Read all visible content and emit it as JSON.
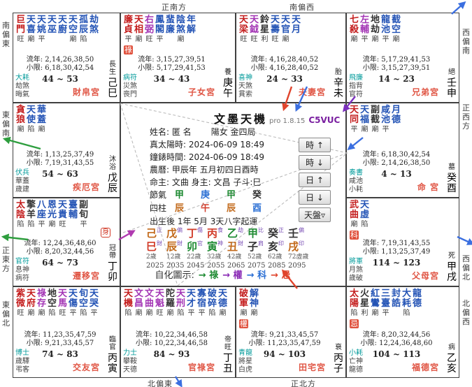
{
  "app": {
    "title": "文墨天機",
    "version": "pro 1.8.15",
    "license": "C5VUC"
  },
  "profile": {
    "name": "姓名: 匿 名",
    "gender_bureau": "陽女 金四局",
    "true_solar_time": "真太陽時: 2024-06-09 18:49",
    "clock_time": "鐘錶時間: 2024-06-09 18:49",
    "lunar_date": "農曆: 甲辰年 五月初四日酉時",
    "lords": "命主: 文曲 身主: 文昌 子斗:巳",
    "qiyun": "出生後 1年 5月 3天八字起運"
  },
  "jieqi": {
    "label": "節氣",
    "chars": [
      {
        "t": "甲",
        "c": "#1e8a32"
      },
      {
        "t": "庚",
        "c": "#2b6fd4"
      },
      {
        "t": "甲",
        "c": "#1e8a32"
      },
      {
        "t": "癸",
        "c": "#333333"
      }
    ]
  },
  "sizhu": {
    "label": "四柱",
    "chars": [
      {
        "t": "辰",
        "c": "#c2691a"
      },
      {
        "t": "午",
        "c": "#d23c2a"
      },
      {
        "t": "辰",
        "c": "#c2691a"
      },
      {
        "t": "酉",
        "c": "#2b6fd4"
      }
    ]
  },
  "dayun": {
    "pillars": [
      {
        "stem": "己",
        "sc": "#c2691a",
        "branch": "巳",
        "bc": "#d23c2a",
        "note": "正財",
        "age": "2歲",
        "year": "2025"
      },
      {
        "stem": "戊",
        "sc": "#c2691a",
        "branch": "辰",
        "bc": "#c2691a",
        "note": "偏財",
        "age": "12歲",
        "year": "2035"
      },
      {
        "stem": "丁",
        "sc": "#d23c2a",
        "branch": "卯",
        "bc": "#1e8a32",
        "note": "傷官",
        "age": "22歲",
        "year": "2045"
      },
      {
        "stem": "丙",
        "sc": "#d23c2a",
        "branch": "寅",
        "bc": "#1e8a32",
        "note": "食神",
        "age": "32歲",
        "year": "2055"
      },
      {
        "stem": "乙",
        "sc": "#1e8a32",
        "branch": "丑",
        "bc": "#c2691a",
        "note": "劫財",
        "age": "42歲",
        "year": "2065"
      },
      {
        "stem": "甲",
        "sc": "#1e8a32",
        "branch": "子",
        "bc": "#333333",
        "note": "比肩",
        "age": "52歲",
        "year": "2075"
      },
      {
        "stem": "癸",
        "sc": "#333333",
        "branch": "亥",
        "bc": "#333333",
        "note": "正印",
        "age": "62歲",
        "year": "2085"
      },
      {
        "stem": "壬",
        "sc": "#333333",
        "branch": "戌",
        "bc": "#c2691a",
        "note": "偏印",
        "age": "72虛歲",
        "year": "2095"
      }
    ]
  },
  "zihua_legend": {
    "label": "自化圖示:",
    "items": [
      {
        "text": "祿",
        "color": "#1e8a32"
      },
      {
        "text": "權",
        "color": "#8a2bb5"
      },
      {
        "text": "科",
        "color": "#2b6fd4"
      },
      {
        "text": "忌",
        "color": "#e0442c"
      }
    ]
  },
  "controls": [
    {
      "label": "時 ↑"
    },
    {
      "label": "時 ↓"
    },
    {
      "label": "日 ↑"
    },
    {
      "label": "日 ↓"
    },
    {
      "label": "天盤▿"
    }
  ],
  "colors": {
    "star_tones": {
      "main": "#c41e1e",
      "minor": "#2353b5",
      "assist": "#a335b5",
      "malefic": "#333333"
    },
    "palace_name": "#e05544",
    "hua_badge_bg": "#e0503c",
    "god_first": "#009a9a",
    "license": "#7a1fa0"
  },
  "directions": [
    {
      "text": "正南方",
      "slot": "top-1"
    },
    {
      "text": "南偏西",
      "slot": "top-2"
    },
    {
      "text": "南偏東",
      "slot": "left-1"
    },
    {
      "text": "東偏南",
      "slot": "left-2"
    },
    {
      "text": "正東方",
      "slot": "left-3"
    },
    {
      "text": "東偏北",
      "slot": "left-4"
    },
    {
      "text": "西偏南",
      "slot": "right-1"
    },
    {
      "text": "正西方",
      "slot": "right-2"
    },
    {
      "text": "西偏北",
      "slot": "right-3"
    },
    {
      "text": "北偏西",
      "slot": "right-4"
    },
    {
      "text": "北偏東",
      "slot": "bottom-1"
    },
    {
      "text": "正北方",
      "slot": "bottom-2"
    }
  ],
  "palaces": [
    {
      "id": "si",
      "name": "財帛宮",
      "stage": "長生",
      "ganzhi": "己巳",
      "hua": "",
      "shen": "",
      "liunian": "流年: 2,14,26,38,50",
      "xiaoxian": "小限: 6,18,30,42,54",
      "age_range": "44 ~ 53",
      "gods": [
        "大耗",
        "劫煞",
        "晦氣"
      ],
      "stars": [
        {
          "n": "巨門",
          "tone": "main",
          "b": "旺"
        },
        {
          "n": "天喜",
          "tone": "minor",
          "b": "廟"
        },
        {
          "n": "天姚",
          "tone": "minor",
          "b": "平"
        },
        {
          "n": "天巫",
          "tone": "minor",
          "b": ""
        },
        {
          "n": "天廚",
          "tone": "minor",
          "b": ""
        },
        {
          "n": "天空",
          "tone": "minor",
          "b": "廟"
        },
        {
          "n": "孤辰",
          "tone": "minor",
          "b": "陷"
        },
        {
          "n": "劫煞",
          "tone": "minor",
          "b": ""
        }
      ]
    },
    {
      "id": "wu",
      "name": "子女宮",
      "stage": "養",
      "ganzhi": "庚午",
      "hua": "祿",
      "shen": "",
      "liunian": "流年: 3,15,27,39,51",
      "xiaoxian": "小限: 5,17,29,41,53",
      "age_range": "34 ~ 43",
      "gods": [
        "病符",
        "災煞",
        "喪門"
      ],
      "stars": [
        {
          "n": "廉貞",
          "tone": "main",
          "b": "平"
        },
        {
          "n": "天相",
          "tone": "main",
          "b": "廟"
        },
        {
          "n": "右弼",
          "tone": "assist",
          "b": "旺"
        },
        {
          "n": "鳳閣",
          "tone": "minor",
          "b": "平"
        },
        {
          "n": "蜚廉",
          "tone": "minor",
          "b": ""
        },
        {
          "n": "陰煞",
          "tone": "minor",
          "b": "廟"
        },
        {
          "n": "年解",
          "tone": "minor",
          "b": ""
        }
      ]
    },
    {
      "id": "wei",
      "name": "夫妻宮",
      "stage": "胎",
      "ganzhi": "辛未",
      "hua": "",
      "shen": "",
      "liunian": "流年: 4,16,28,40,52",
      "xiaoxian": "小限: 4,16,28,40,52",
      "age_range": "24 ~ 33",
      "gods": [
        "喜神",
        "天煞",
        "貫索"
      ],
      "stars": [
        {
          "n": "天梁",
          "tone": "main",
          "b": "旺"
        },
        {
          "n": "天鉞",
          "tone": "assist",
          "b": "旺"
        },
        {
          "n": "鈴星",
          "tone": "malefic",
          "b": "利"
        },
        {
          "n": "天壽",
          "tone": "minor",
          "b": "旺"
        },
        {
          "n": "天官",
          "tone": "minor",
          "b": "廟"
        },
        {
          "n": "天月",
          "tone": "minor",
          "b": ""
        }
      ]
    },
    {
      "id": "shen",
      "name": "兄弟宮",
      "stage": "絕",
      "ganzhi": "壬申",
      "hua": "",
      "shen": "",
      "liunian": "流年: 5,17,29,41,53",
      "xiaoxian": "小限: 3,15,27,39,51",
      "age_range": "14 ~ 23",
      "gods": [
        "飛廉",
        "指背",
        "官符"
      ],
      "stars": [
        {
          "n": "七殺",
          "tone": "main",
          "b": "廟"
        },
        {
          "n": "左輔",
          "tone": "assist",
          "b": "平"
        },
        {
          "n": "地劫",
          "tone": "malefic",
          "b": "廟"
        },
        {
          "n": "龍池",
          "tone": "minor",
          "b": "平"
        },
        {
          "n": "截空",
          "tone": "minor",
          "b": "廟"
        }
      ]
    },
    {
      "id": "chen",
      "name": "疾厄宮",
      "stage": "沐浴",
      "ganzhi": "戊辰",
      "hua": "",
      "shen": "",
      "liunian": "流年: 1,13,25,37,49",
      "xiaoxian": "小限: 7,19,31,43,55",
      "age_range": "54 ~ 63",
      "gods": [
        "伏兵",
        "華蓋",
        "歲建"
      ],
      "stars": [
        {
          "n": "貪狼",
          "tone": "main",
          "b": "廟"
        },
        {
          "n": "天使",
          "tone": "minor",
          "b": "陷"
        },
        {
          "n": "華蓋",
          "tone": "minor",
          "b": "廟"
        }
      ]
    },
    {
      "id": "you",
      "name": "命 宮",
      "stage": "墓",
      "ganzhi": "癸酉",
      "hua": "",
      "shen": "",
      "liunian": "流年: 6,18,30,42,54",
      "xiaoxian": "小限: 2,14,26,38,50",
      "age_range": "4 ~ 13",
      "gods": [
        "奏書",
        "咸池",
        "小耗"
      ],
      "stars": [
        {
          "n": "天同",
          "tone": "main",
          "b": "平"
        },
        {
          "n": "天福",
          "tone": "minor",
          "b": "廟"
        },
        {
          "n": "副截",
          "tone": "malefic",
          "b": "廟"
        },
        {
          "n": "咸池",
          "tone": "minor",
          "b": "平"
        },
        {
          "n": "月德",
          "tone": "minor",
          "b": ""
        }
      ]
    },
    {
      "id": "mao",
      "name": "遷移宮",
      "stage": "冠帶",
      "ganzhi": "丁卯",
      "hua": "",
      "shen": "身",
      "liunian": "流年: 12,24,36,48,60",
      "xiaoxian": "小限: 8,20,32,44,56",
      "age_range": "64 ~ 73",
      "gods": [
        "官符",
        "息神",
        "病符"
      ],
      "stars": [
        {
          "n": "太陰",
          "tone": "main",
          "b": "陷"
        },
        {
          "n": "擎羊",
          "tone": "malefic",
          "b": "陷"
        },
        {
          "n": "八座",
          "tone": "minor",
          "b": "平"
        },
        {
          "n": "恩光",
          "tone": "minor",
          "b": "廟"
        },
        {
          "n": "天貴",
          "tone": "minor",
          "b": "旺"
        },
        {
          "n": "臺輔",
          "tone": "minor",
          "b": ""
        },
        {
          "n": "副旬",
          "tone": "malefic",
          "b": "平"
        }
      ]
    },
    {
      "id": "xu",
      "name": "父母宮",
      "stage": "死",
      "ganzhi": "甲戌",
      "hua": "科",
      "shen": "",
      "liunian": "流年: 7,19,31,43,55",
      "xiaoxian": "小限: 1,13,25,37,49",
      "age_range": "114 ~ 123",
      "gods": [
        "將軍",
        "月煞",
        "歲破"
      ],
      "stars": [
        {
          "n": "武曲",
          "tone": "main",
          "b": "廟"
        },
        {
          "n": "天虛",
          "tone": "minor",
          "b": "陷"
        }
      ]
    },
    {
      "id": "yin",
      "name": "交友宮",
      "stage": "臨官",
      "ganzhi": "丙寅",
      "hua": "",
      "shen": "",
      "liunian": "流年: 11,23,35,47,59",
      "xiaoxian": "小限: 9,21,33,45,57",
      "age_range": "74 ~ 83",
      "gods": [
        "博士",
        "歲驛",
        "弔客"
      ],
      "stars": [
        {
          "n": "紫微",
          "tone": "main",
          "b": "旺"
        },
        {
          "n": "天府",
          "tone": "main",
          "b": "廟"
        },
        {
          "n": "祿存",
          "tone": "assist",
          "b": "廟"
        },
        {
          "n": "地空",
          "tone": "malefic",
          "b": "陷"
        },
        {
          "n": "天馬",
          "tone": "assist",
          "b": "旺"
        },
        {
          "n": "天傷",
          "tone": "minor",
          "b": "平"
        },
        {
          "n": "旬空",
          "tone": "minor",
          "b": "陷"
        },
        {
          "n": "天哭",
          "tone": "minor",
          "b": "平"
        }
      ]
    },
    {
      "id": "chou",
      "name": "官祿宮",
      "stage": "帝旺",
      "ganzhi": "丁丑",
      "hua": "",
      "shen": "",
      "liunian": "流年: 10,22,34,46,58",
      "xiaoxian": "小限: 10,22,34,46,58",
      "age_range": "84 ~ 93",
      "gods": [
        "力士",
        "攀鞍",
        "天德"
      ],
      "stars": [
        {
          "n": "天機",
          "tone": "main",
          "b": "陷"
        },
        {
          "n": "文昌",
          "tone": "assist",
          "b": "廟"
        },
        {
          "n": "文曲",
          "tone": "assist",
          "b": "廟"
        },
        {
          "n": "天魁",
          "tone": "assist",
          "b": "旺"
        },
        {
          "n": "陀羅",
          "tone": "malefic",
          "b": "廟"
        },
        {
          "n": "天刑",
          "tone": "assist",
          "b": "陷"
        },
        {
          "n": "天才",
          "tone": "minor",
          "b": "平"
        },
        {
          "n": "寡宿",
          "tone": "minor",
          "b": "平"
        },
        {
          "n": "破碎",
          "tone": "minor",
          "b": "陷"
        },
        {
          "n": "天德",
          "tone": "minor",
          "b": "廟"
        }
      ]
    },
    {
      "id": "zi",
      "name": "田宅宮",
      "stage": "衰",
      "ganzhi": "丙子",
      "hua": "權",
      "shen": "",
      "liunian": "流年: 9,21,33,45,57",
      "xiaoxian": "小限: 11,23,35,47,59",
      "age_range": "94 ~ 103",
      "gods": [
        "青龍",
        "將星",
        "白虎"
      ],
      "stars": [
        {
          "n": "破軍",
          "tone": "main",
          "b": "廟"
        },
        {
          "n": "解神",
          "tone": "minor",
          "b": "廟"
        }
      ]
    },
    {
      "id": "hai",
      "name": "福德宮",
      "stage": "病",
      "ganzhi": "乙亥",
      "hua": "忌",
      "shen": "",
      "liunian": "流年: 8,20,32,44,56",
      "xiaoxian": "小限: 12,24,36,48,60",
      "age_range": "104 ~ 113",
      "gods": [
        "小耗",
        "亡神",
        "龍德"
      ],
      "stars": [
        {
          "n": "太陽",
          "tone": "main",
          "b": "陷"
        },
        {
          "n": "火星",
          "tone": "malefic",
          "b": "利"
        },
        {
          "n": "紅鸞",
          "tone": "minor",
          "b": "廟"
        },
        {
          "n": "三臺",
          "tone": "minor",
          "b": "平"
        },
        {
          "n": "封誥",
          "tone": "minor",
          "b": ""
        },
        {
          "n": "大耗",
          "tone": "minor",
          "b": "陷"
        },
        {
          "n": "龍德",
          "tone": "minor",
          "b": ""
        }
      ]
    }
  ]
}
